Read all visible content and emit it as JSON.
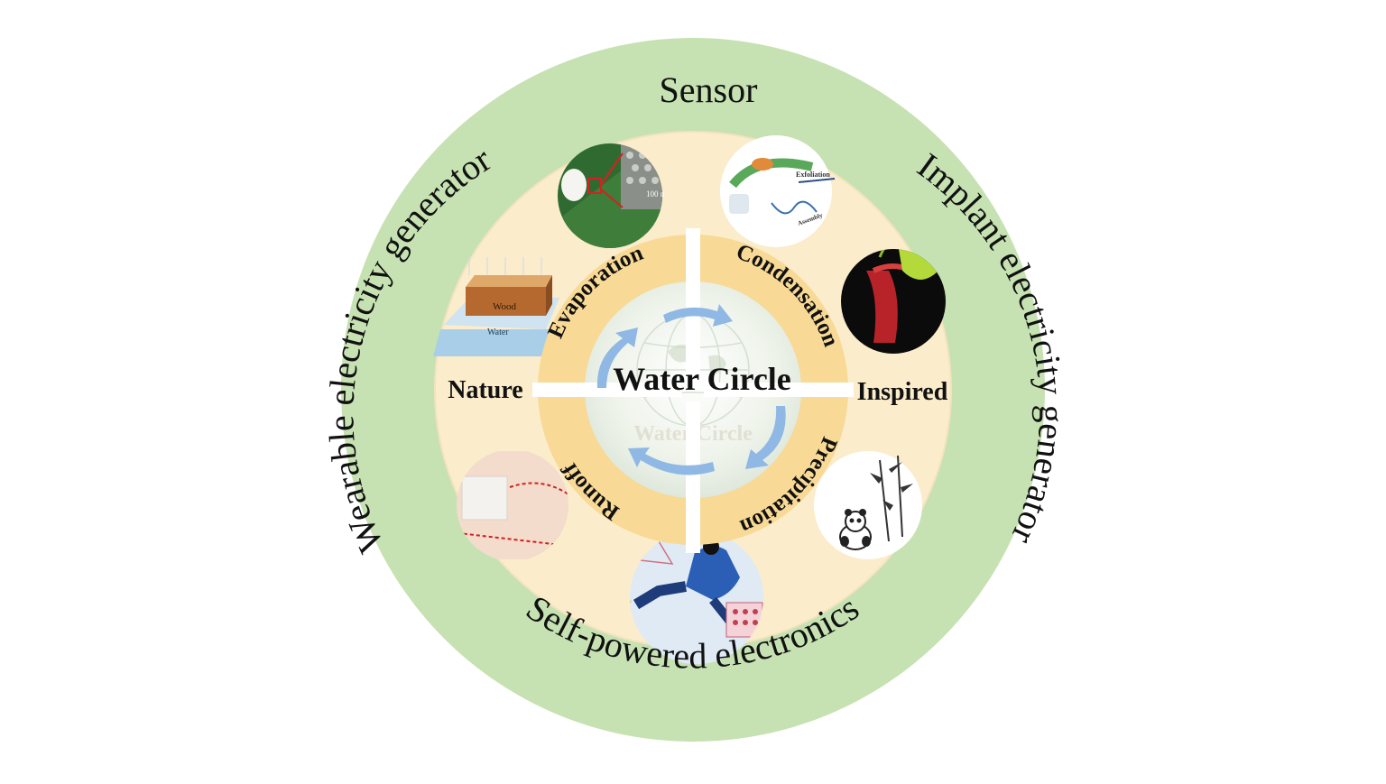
{
  "diagram": {
    "center_title": "Water Circle",
    "outer_ring": {
      "top": "Sensor",
      "left": "Wearable electricity generator",
      "right": "Implant electricity generator",
      "bottom": "Self-powered electronics"
    },
    "middle_ring": {
      "left_label": "Nature",
      "right_label": "Inspired"
    },
    "inner_ring": {
      "top_left": "Evaporation",
      "top_right": "Condensation",
      "bottom_right": "Precipitation",
      "bottom_left": "Runoff"
    },
    "photo_labels": {
      "wood_block": "Wood",
      "water_layer": "Water",
      "scale_bar": "100 n",
      "exfoliation": "Exfoliation",
      "assembly": "Assembly"
    },
    "watermark": "Water Circle",
    "colors": {
      "outer_ring": "#c6e2b2",
      "middle_fill": "#fbeccb",
      "inner_ring": "#f8d995",
      "arrow": "#8fb8e4",
      "divider": "#ffffff",
      "text": "#111111"
    }
  }
}
